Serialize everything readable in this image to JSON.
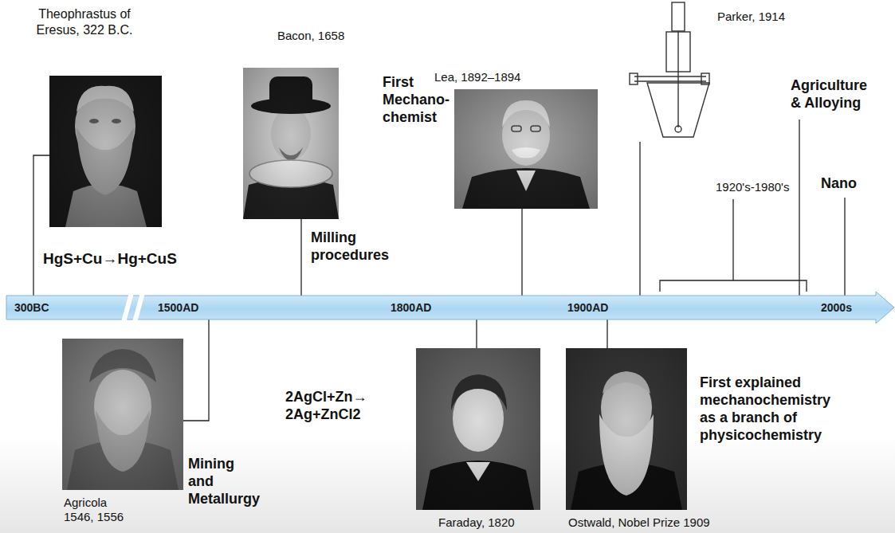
{
  "diagram": {
    "nodes": [
      {
        "text": [
          "300BC",
          "1500AD",
          "1800AD",
          "1900AD",
          "2000s"
        ]
      }
    ],
    "labels": [
      "Theophrastus of Eresus, 322 B.C.",
      "HgS+Cu→Hg+CuS",
      "Bacon, 1658",
      "Milling procedures",
      "First Mechano-chemist",
      "Lea, 1892–1894",
      "Parker, 1914",
      "Agriculture & Alloying",
      "1920's-1980's",
      "Nano",
      "Mining and Metallurgy",
      "Agricola 1546, 1556",
      "2AgCl+Zn→ 2Ag+ZnCl2",
      "Faraday, 1820",
      "Ostwald, Nobel Prize 1909",
      "First explained mechanochemistry as a branch of physicochemistry"
    ]
  }
}
